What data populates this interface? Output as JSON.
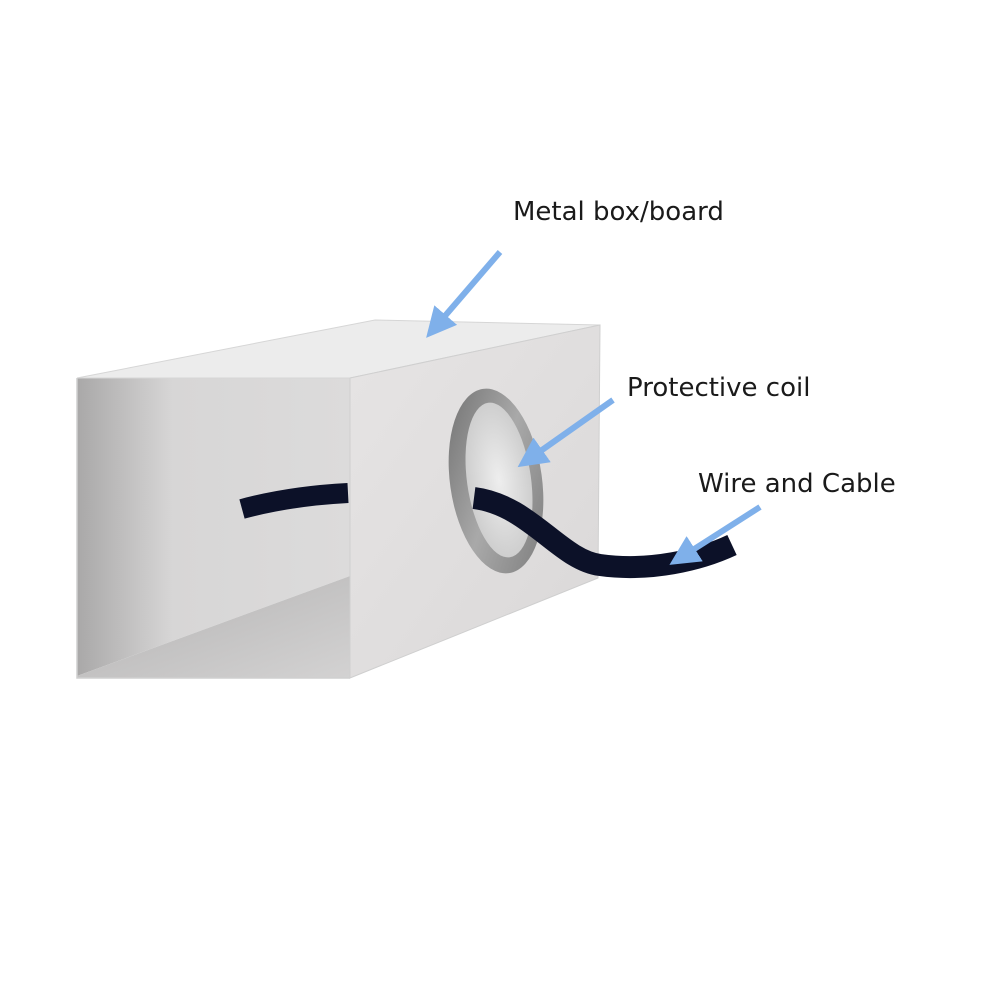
{
  "labels": {
    "metal_box": "Metal box/board",
    "protective_coil": "Protective coil",
    "wire_cable": "Wire and Cable"
  },
  "colors": {
    "arrow": "#7fb0ea",
    "cable": "#0c1128",
    "box_front": "#e2e0e0",
    "box_top": "#ececec",
    "box_inner": "#bdbcbc",
    "coil_ring": "#8c8c8c"
  }
}
